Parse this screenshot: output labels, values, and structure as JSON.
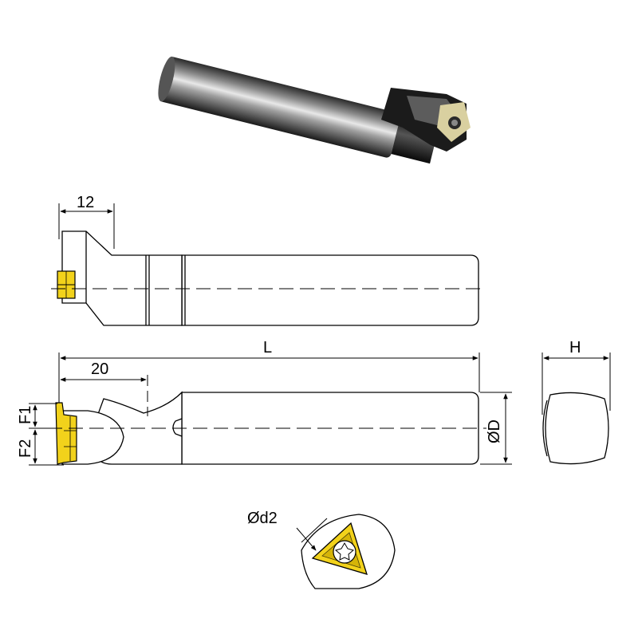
{
  "dimensions": {
    "top_offset": "12",
    "length": "L",
    "bottom_offset": "20",
    "f1": "F1",
    "f2": "F2",
    "diameter": "ØD",
    "height": "H",
    "insert_hole": "Ød2"
  },
  "colors": {
    "outline": "#000000",
    "insert": "#f2d21b",
    "insert_dark": "#c9a800",
    "body_fill": "#ffffff"
  }
}
